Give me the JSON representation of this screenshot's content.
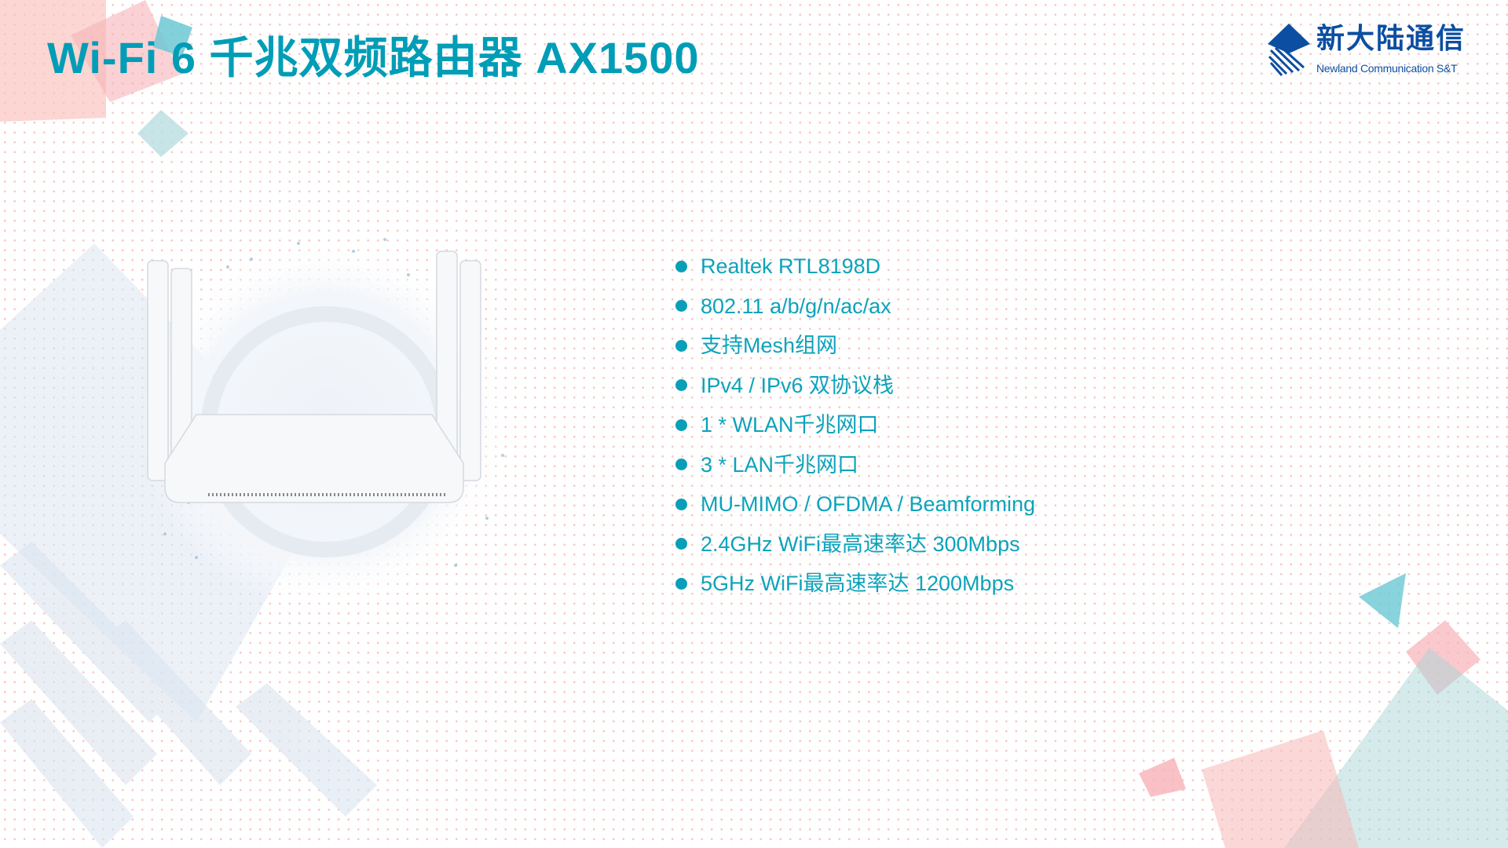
{
  "header": {
    "title": "Wi-Fi 6 千兆双频路由器 AX1500"
  },
  "logo": {
    "name_cn": "新大陆通信",
    "name_en": "Newland Communication S&T"
  },
  "features": [
    "Realtek RTL8198D",
    "802.11 a/b/g/n/ac/ax",
    "支持Mesh组网",
    "IPv4 / IPv6 双协议栈",
    "1 * WLAN千兆网口",
    "3 * LAN千兆网口",
    "MU-MIMO / OFDMA / Beamforming",
    "2.4GHz WiFi最高速率达 300Mbps",
    "5GHz WiFi最高速率达 1200Mbps"
  ],
  "colors": {
    "accent": "#009db7",
    "logo": "#0b4ea2",
    "pink": "#f8b8b8",
    "teal": "#6cc8d4"
  }
}
